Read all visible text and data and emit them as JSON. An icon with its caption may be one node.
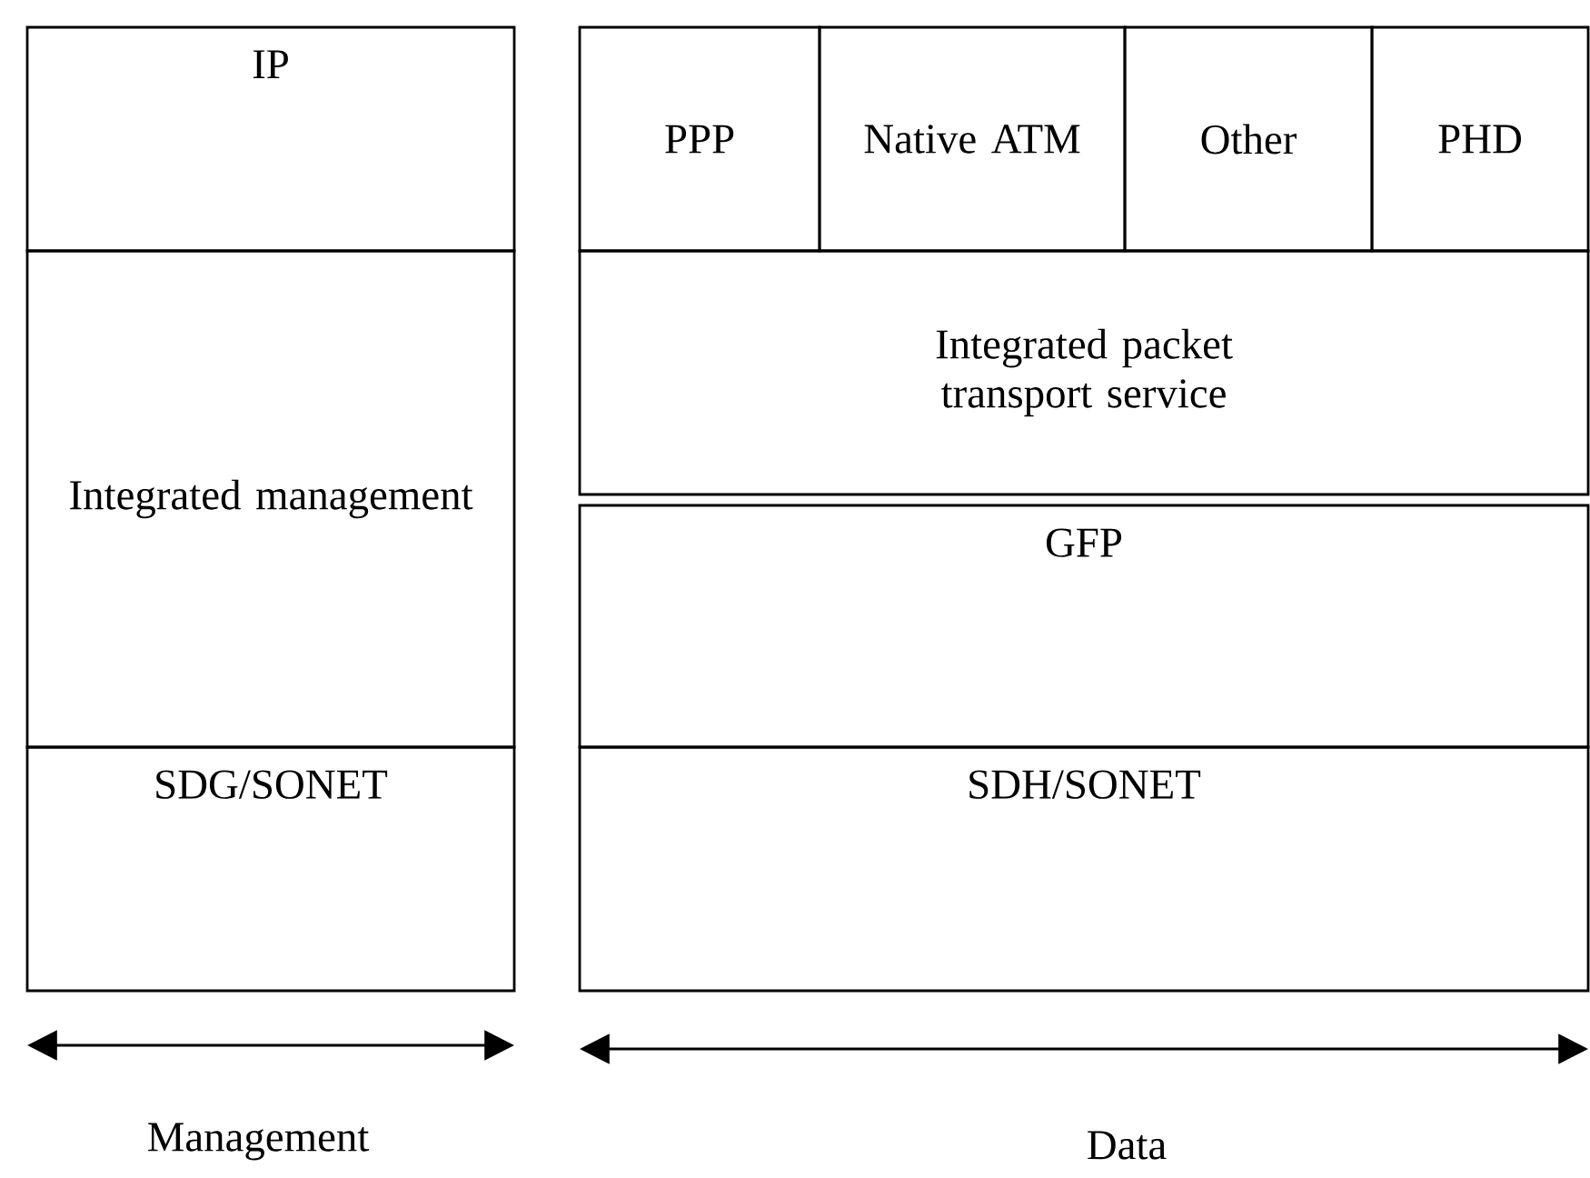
{
  "diagram": {
    "nodes": [
      {
        "text": [
          "IP"
        ]
      },
      {
        "text": [
          "Integrated management"
        ]
      },
      {
        "text": [
          "SDG/SONET"
        ]
      },
      {
        "text": [
          "PPP"
        ]
      },
      {
        "text": [
          "Native ATM"
        ]
      },
      {
        "text": [
          "Other"
        ]
      },
      {
        "text": [
          "PHD"
        ]
      },
      {
        "text": [
          "Integrated packet transport service"
        ]
      },
      {
        "text": [
          "GFP"
        ]
      },
      {
        "text": [
          "SDH/SONET"
        ]
      }
    ],
    "labels": [
      "Management",
      "Data"
    ]
  }
}
